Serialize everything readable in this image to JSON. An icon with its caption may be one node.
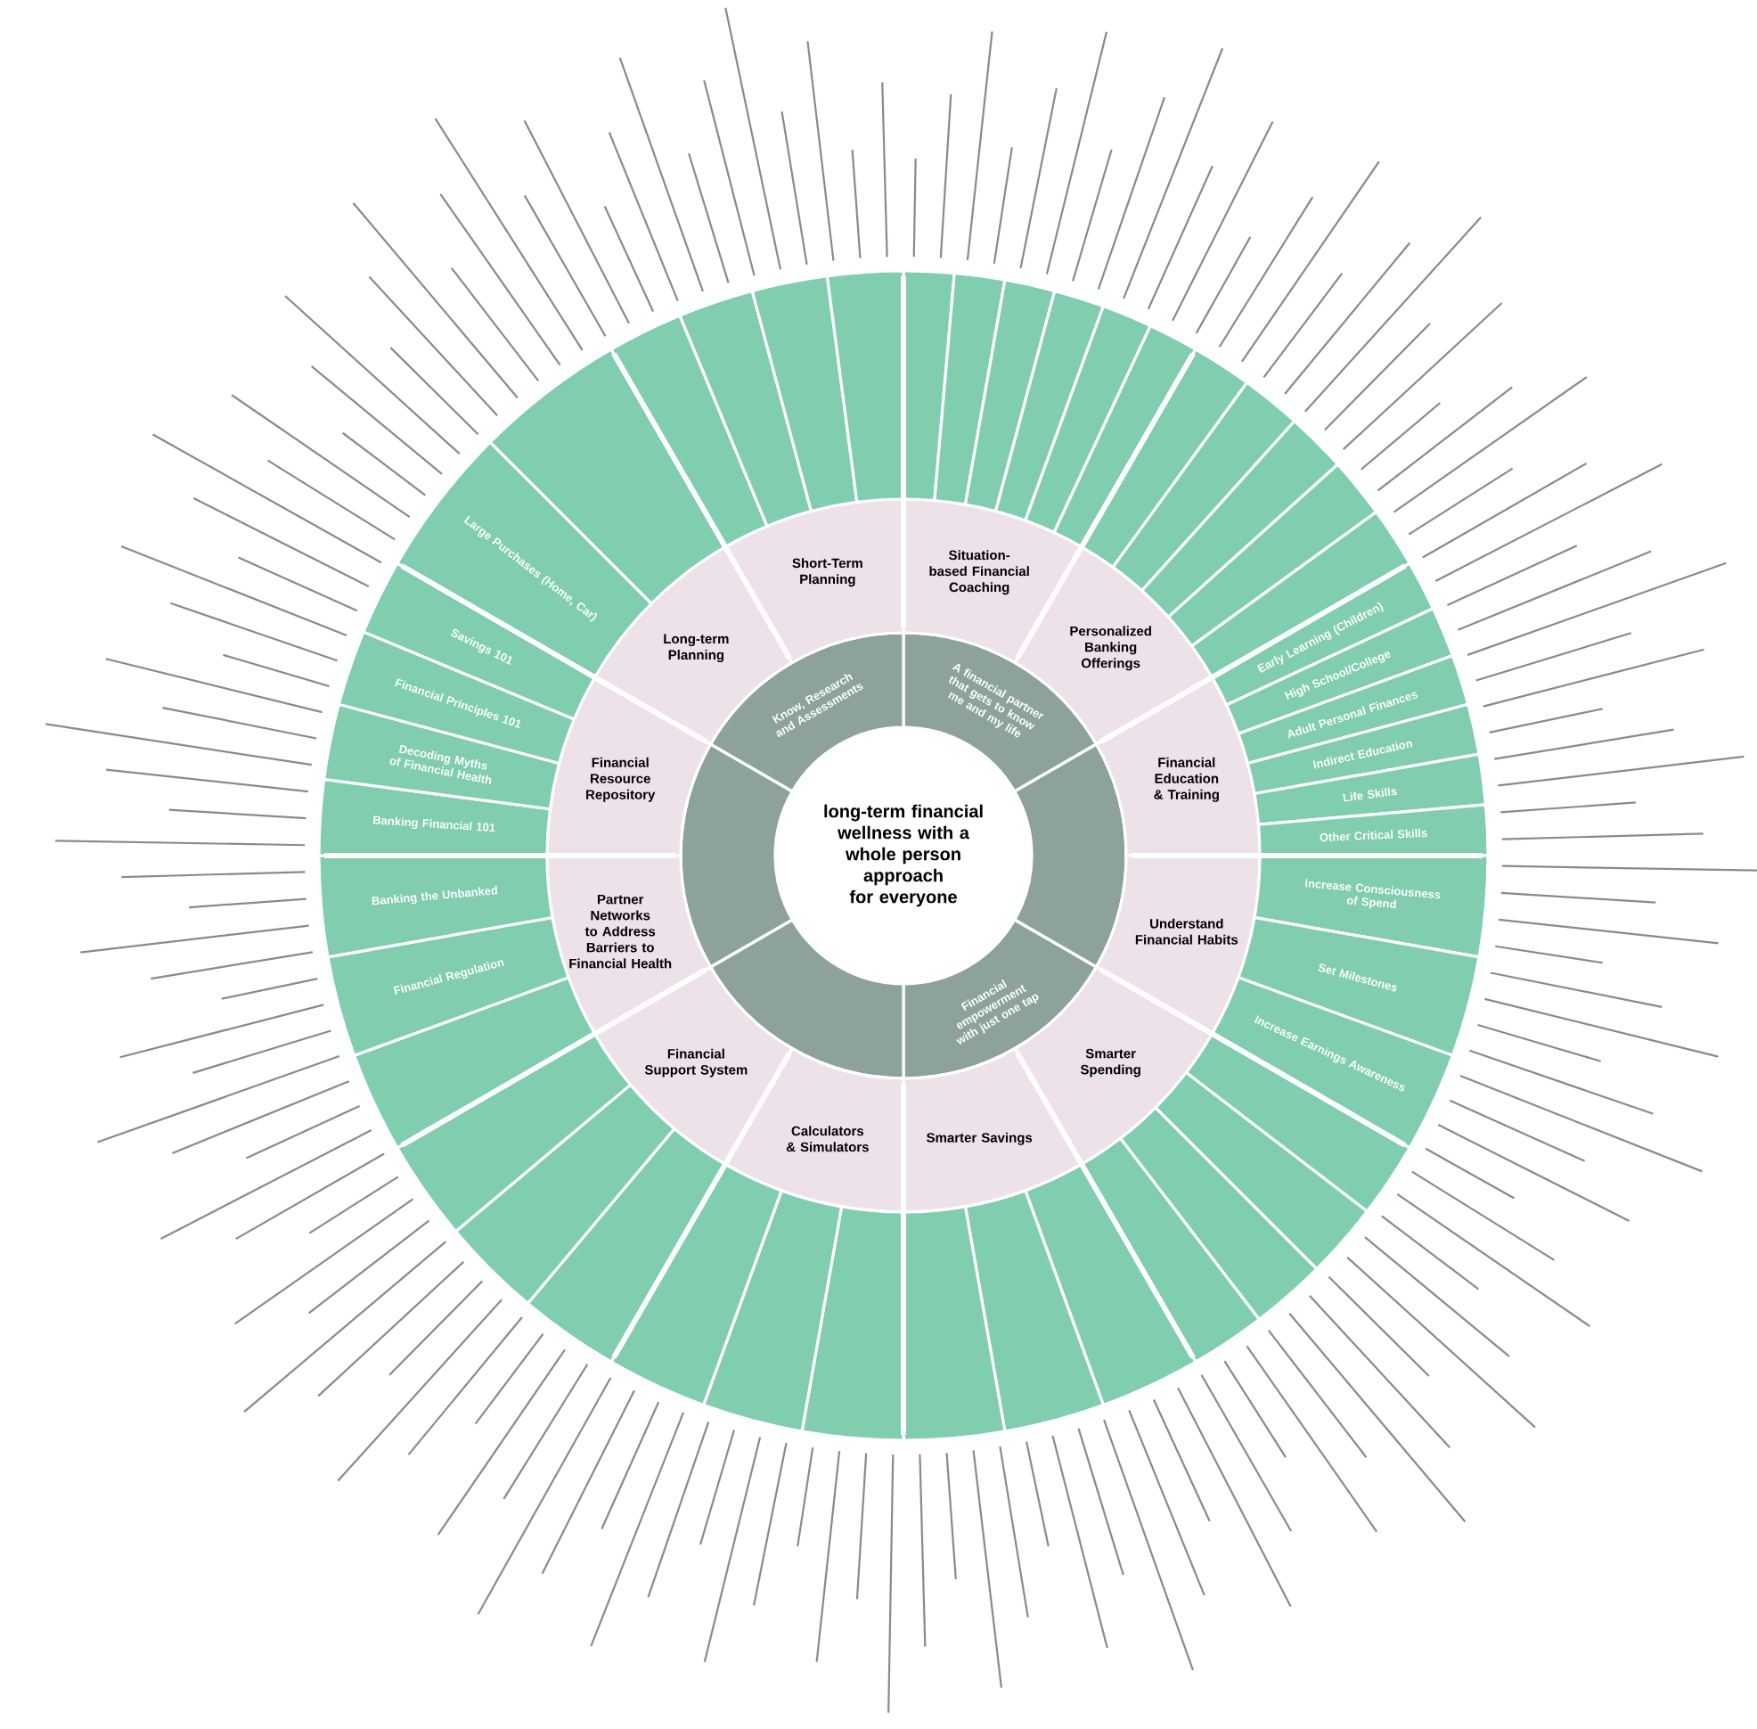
{
  "diagram": {
    "nodes": [
      {
        "text": [
          "long-term financial wellness with a whole person approach for everyone"
        ]
      },
      {
        "text": [
          "A financial partner that gets to know me and my life"
        ]
      },
      {
        "text": [],
        "shape": "sector"
      },
      {
        "text": [
          "Financial empowerment with just one tap"
        ]
      },
      {
        "text": [],
        "shape": "sector"
      },
      {
        "text": [],
        "shape": "sector"
      },
      {
        "text": [
          "Know, Research and Assessments"
        ]
      },
      {
        "text": [
          "Situation-based Financial Coaching"
        ]
      },
      {
        "text": [
          "Personalized Banking Offerings"
        ]
      },
      {
        "text": [
          "Financial Education & Training"
        ]
      },
      {
        "text": [
          "Understand Financial Habits"
        ]
      },
      {
        "text": [
          "Smarter Spending"
        ]
      },
      {
        "text": [
          "Smarter Savings"
        ]
      },
      {
        "text": [
          "Calculators & Simulators"
        ]
      },
      {
        "text": [
          "Financial Support System"
        ]
      },
      {
        "text": [
          "Partner Networks to Address Barriers to Financial Health"
        ]
      },
      {
        "text": [
          "Financial Resource Repository"
        ]
      },
      {
        "text": [
          "Long-term Planning"
        ]
      },
      {
        "text": [
          "Short-Term Planning"
        ]
      },
      {
        "text": [],
        "shape": "sector"
      },
      {
        "text": [],
        "shape": "sector"
      },
      {
        "text": [],
        "shape": "sector"
      },
      {
        "text": [],
        "shape": "sector"
      },
      {
        "text": [],
        "shape": "sector"
      },
      {
        "text": [],
        "shape": "sector"
      },
      {
        "text": [],
        "shape": "sector"
      },
      {
        "text": [],
        "shape": "sector"
      },
      {
        "text": [],
        "shape": "sector"
      },
      {
        "text": [],
        "shape": "sector"
      },
      {
        "text": [],
        "shape": "sector"
      },
      {
        "text": [
          "Early Learning (Children)"
        ]
      },
      {
        "text": [
          "High School/College"
        ]
      },
      {
        "text": [
          "Adult Personal Finances"
        ]
      },
      {
        "text": [
          "Indirect Education"
        ]
      },
      {
        "text": [
          "Life Skills"
        ]
      },
      {
        "text": [
          "Other Critical Skills"
        ]
      },
      {
        "text": [
          "Increase Consciousness of Spend"
        ]
      },
      {
        "text": [
          "Set Milestones"
        ]
      },
      {
        "text": [
          "Increase Earnings Awareness"
        ]
      },
      {
        "text": [],
        "shape": "sector"
      },
      {
        "text": [],
        "shape": "sector"
      },
      {
        "text": [],
        "shape": "sector"
      },
      {
        "text": [],
        "shape": "sector"
      },
      {
        "text": [],
        "shape": "sector"
      },
      {
        "text": [],
        "shape": "sector"
      },
      {
        "text": [],
        "shape": "sector"
      },
      {
        "text": [],
        "shape": "sector"
      },
      {
        "text": [],
        "shape": "sector"
      },
      {
        "text": [],
        "shape": "sector"
      },
      {
        "text": [],
        "shape": "sector"
      },
      {
        "text": [],
        "shape": "sector"
      },
      {
        "text": [],
        "shape": "sector"
      },
      {
        "text": [],
        "shape": "sector"
      },
      {
        "text": [
          "Financial Regulation"
        ]
      },
      {
        "text": [
          "Banking the Unbanked"
        ]
      },
      {
        "text": [
          "Banking Financial 101"
        ]
      },
      {
        "text": [
          "Decoding Myths of Financial Health"
        ]
      },
      {
        "text": [
          "Financial Principles 101"
        ]
      },
      {
        "text": [
          "Savings 101"
        ]
      },
      {
        "text": [
          "Large Purchases (Home, Car)"
        ]
      },
      {
        "text": [],
        "shape": "sector"
      },
      {
        "text": [],
        "shape": "sector"
      },
      {
        "text": [],
        "shape": "sector"
      },
      {
        "text": [],
        "shape": "sector"
      },
      {
        "text": [],
        "shape": "sector"
      }
    ]
  }
}
